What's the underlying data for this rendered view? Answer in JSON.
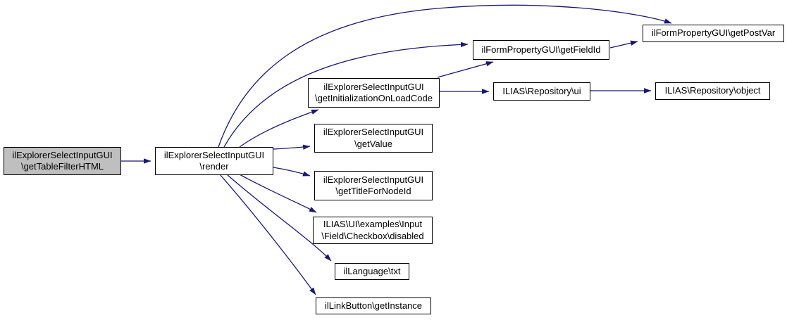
{
  "diagram": {
    "type": "call-graph",
    "nodes": {
      "getTableFilterHTML": {
        "label": "ilExplorerSelectInputGUI\n\\getTableFilterHTML",
        "highlighted": true
      },
      "render": {
        "label": "ilExplorerSelectInputGUI\n\\render",
        "highlighted": false
      },
      "getPostVar": {
        "label": "ilFormPropertyGUI\\getPostVar",
        "highlighted": false
      },
      "getFieldId": {
        "label": "ilFormPropertyGUI\\getFieldId",
        "highlighted": false
      },
      "getInitializationOnLoadCode": {
        "label": "ilExplorerSelectInputGUI\n\\getInitializationOnLoadCode",
        "highlighted": false
      },
      "repositoryUi": {
        "label": "ILIAS\\Repository\\ui",
        "highlighted": false
      },
      "repositoryObject": {
        "label": "ILIAS\\Repository\\object",
        "highlighted": false
      },
      "getValue": {
        "label": "ilExplorerSelectInputGUI\n\\getValue",
        "highlighted": false
      },
      "getTitleForNodeId": {
        "label": "ilExplorerSelectInputGUI\n\\getTitleForNodeId",
        "highlighted": false
      },
      "checkboxDisabled": {
        "label": "ILIAS\\UI\\examples\\Input\n\\Field\\Checkbox\\disabled",
        "highlighted": false
      },
      "languageTxt": {
        "label": "ilLanguage\\txt",
        "highlighted": false
      },
      "linkButtonGetInstance": {
        "label": "ilLinkButton\\getInstance",
        "highlighted": false
      }
    },
    "edges": [
      {
        "from": "getTableFilterHTML",
        "to": "render"
      },
      {
        "from": "render",
        "to": "getPostVar"
      },
      {
        "from": "render",
        "to": "getFieldId"
      },
      {
        "from": "render",
        "to": "getInitializationOnLoadCode"
      },
      {
        "from": "render",
        "to": "getValue"
      },
      {
        "from": "render",
        "to": "getTitleForNodeId"
      },
      {
        "from": "render",
        "to": "checkboxDisabled"
      },
      {
        "from": "render",
        "to": "languageTxt"
      },
      {
        "from": "render",
        "to": "linkButtonGetInstance"
      },
      {
        "from": "getInitializationOnLoadCode",
        "to": "getFieldId"
      },
      {
        "from": "getInitializationOnLoadCode",
        "to": "repositoryUi"
      },
      {
        "from": "getFieldId",
        "to": "getPostVar"
      },
      {
        "from": "repositoryUi",
        "to": "repositoryObject"
      }
    ]
  },
  "colors": {
    "edge": "#191970",
    "node_border": "#000000",
    "node_fill": "#ffffff",
    "highlight_node_fill": "#bfbfbf",
    "text": "#000000",
    "background": "#ffffff"
  }
}
